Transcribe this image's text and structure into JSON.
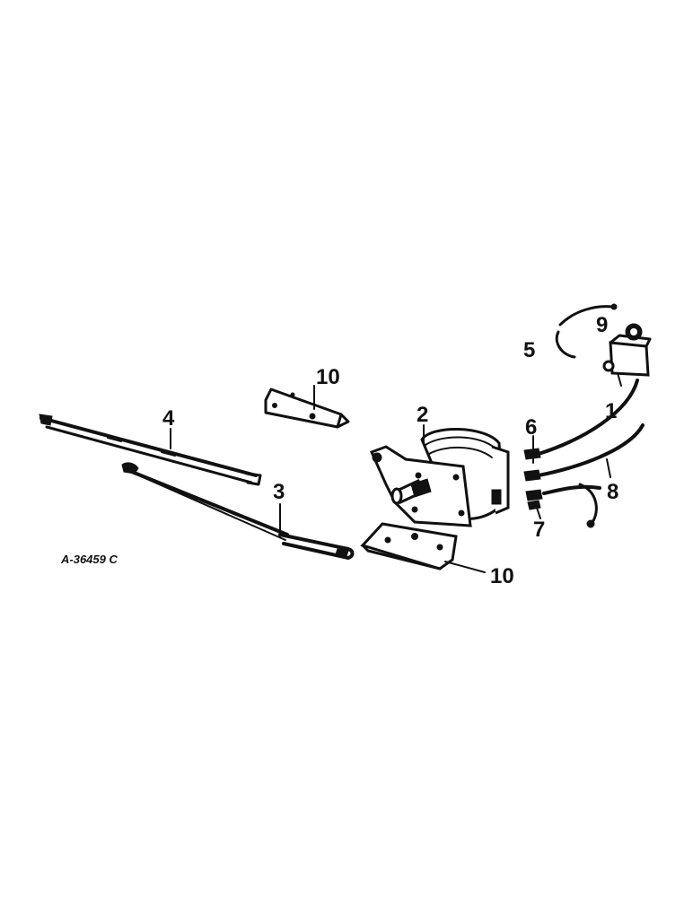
{
  "drawing_number": "A-36459 C",
  "callouts": {
    "c1": "1",
    "c2": "2",
    "c3": "3",
    "c4": "4",
    "c5": "5",
    "c6": "6",
    "c7": "7",
    "c8": "8",
    "c9": "9",
    "c10_upper": "10",
    "c10_lower": "10"
  }
}
